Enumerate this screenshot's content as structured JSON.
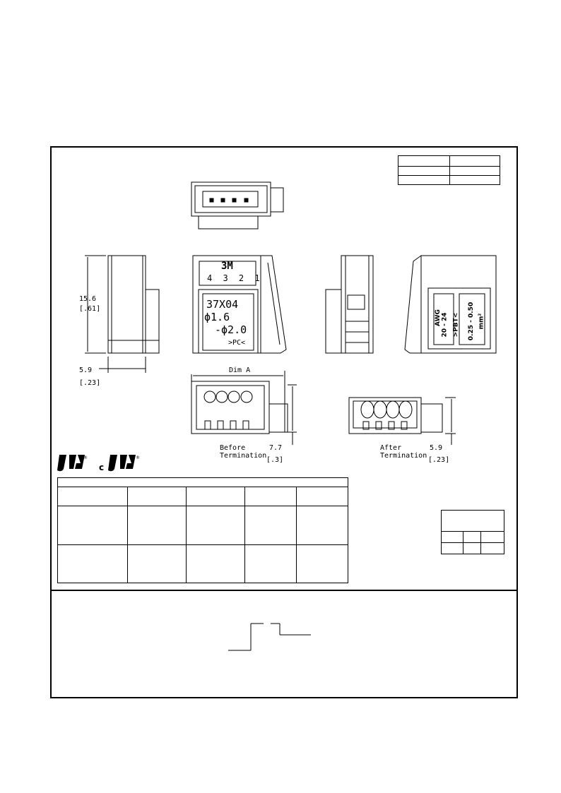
{
  "views": {
    "height_dim": "15.6",
    "height_dim_inch": "[.61]",
    "width_dim": "5.9",
    "width_dim_inch": "[.23]",
    "top_label_brand": "3M",
    "top_label_positions": "4 3 2 1",
    "front_label_line1": "37X04",
    "front_label_line2": "ϕ1.6",
    "front_label_line3": "-ϕ2.0",
    "front_label_line4": ">PC<",
    "side_label_col1a": "AWG",
    "side_label_col1b": "20 - 24",
    "side_label_col1c": ">PBT<",
    "side_label_col2a": "0.25 - 0.50",
    "side_label_col2b": "mm²",
    "dim_a": "Dim A",
    "before_label_1": "Before",
    "before_label_2": "Termination",
    "before_dim": "7.7",
    "before_dim_inch": "[.3]",
    "after_label_1": "After",
    "after_label_2": "Termination",
    "after_dim": "5.9",
    "after_dim_inch": "[.23]"
  },
  "certification": {
    "ur_icon": "ul-recognized-mark-icon",
    "cur_icon": "c-ul-recognized-mark-icon"
  }
}
